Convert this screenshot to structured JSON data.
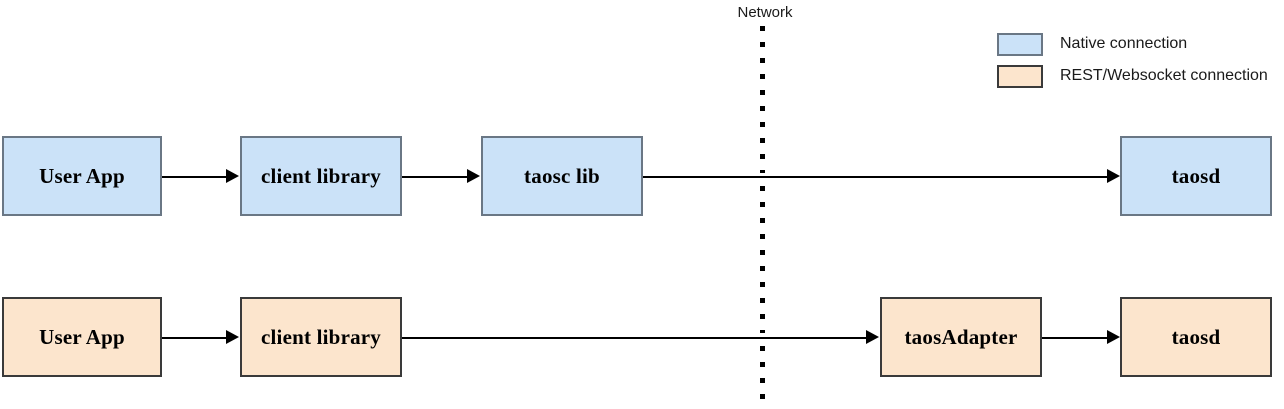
{
  "diagram": {
    "network_label": "Network",
    "legend": {
      "items": [
        {
          "label": "Native connection",
          "color": "#cbe2f8",
          "kind": "native"
        },
        {
          "label": "REST/Websocket connection",
          "color": "#fce5cd",
          "kind": "rest"
        }
      ]
    },
    "rows": [
      {
        "kind": "native",
        "nodes": [
          {
            "label": "User App"
          },
          {
            "label": "client library"
          },
          {
            "label": "taosc lib"
          },
          {
            "label": "taosd"
          }
        ]
      },
      {
        "kind": "rest",
        "nodes": [
          {
            "label": "User App"
          },
          {
            "label": "client library"
          },
          {
            "label": "taosAdapter"
          },
          {
            "label": "taosd"
          }
        ]
      }
    ]
  }
}
